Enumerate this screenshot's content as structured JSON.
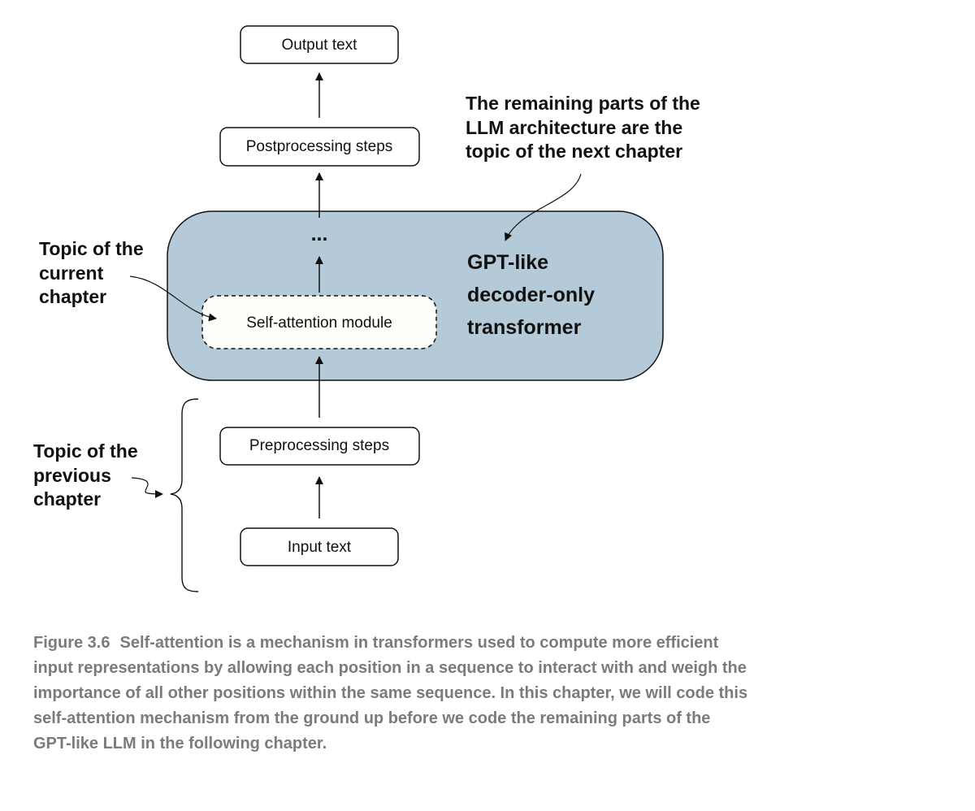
{
  "boxes": {
    "output_text": "Output text",
    "postprocessing": "Postprocessing steps",
    "self_attention": "Self-attention module",
    "preprocessing": "Preprocessing steps",
    "input_text": "Input text"
  },
  "ellipsis": "...",
  "transformer_label": [
    "GPT-like",
    "decoder-only",
    "transformer"
  ],
  "callouts": {
    "next_chapter": [
      "The remaining parts of the",
      "LLM architecture are the",
      "topic of the next chapter"
    ],
    "current_chapter": [
      "Topic of the",
      "current",
      "chapter"
    ],
    "previous_chapter": [
      "Topic of the",
      "previous",
      "chapter"
    ]
  },
  "caption": {
    "figure_number": "Figure 3.6",
    "text": "Self-attention is a mechanism in transformers used to compute more efficient input representations by allowing each position in a sequence to interact with and weigh the importance of all other positions within the same sequence. In this chapter, we will code this self-attention mechanism from the ground up before we code the remaining parts of the GPT-like LLM in the following chapter."
  },
  "colors": {
    "transformer_fill": "#b5cad9",
    "module_fill": "#fefefa",
    "caption_text": "#7b7b7b"
  }
}
